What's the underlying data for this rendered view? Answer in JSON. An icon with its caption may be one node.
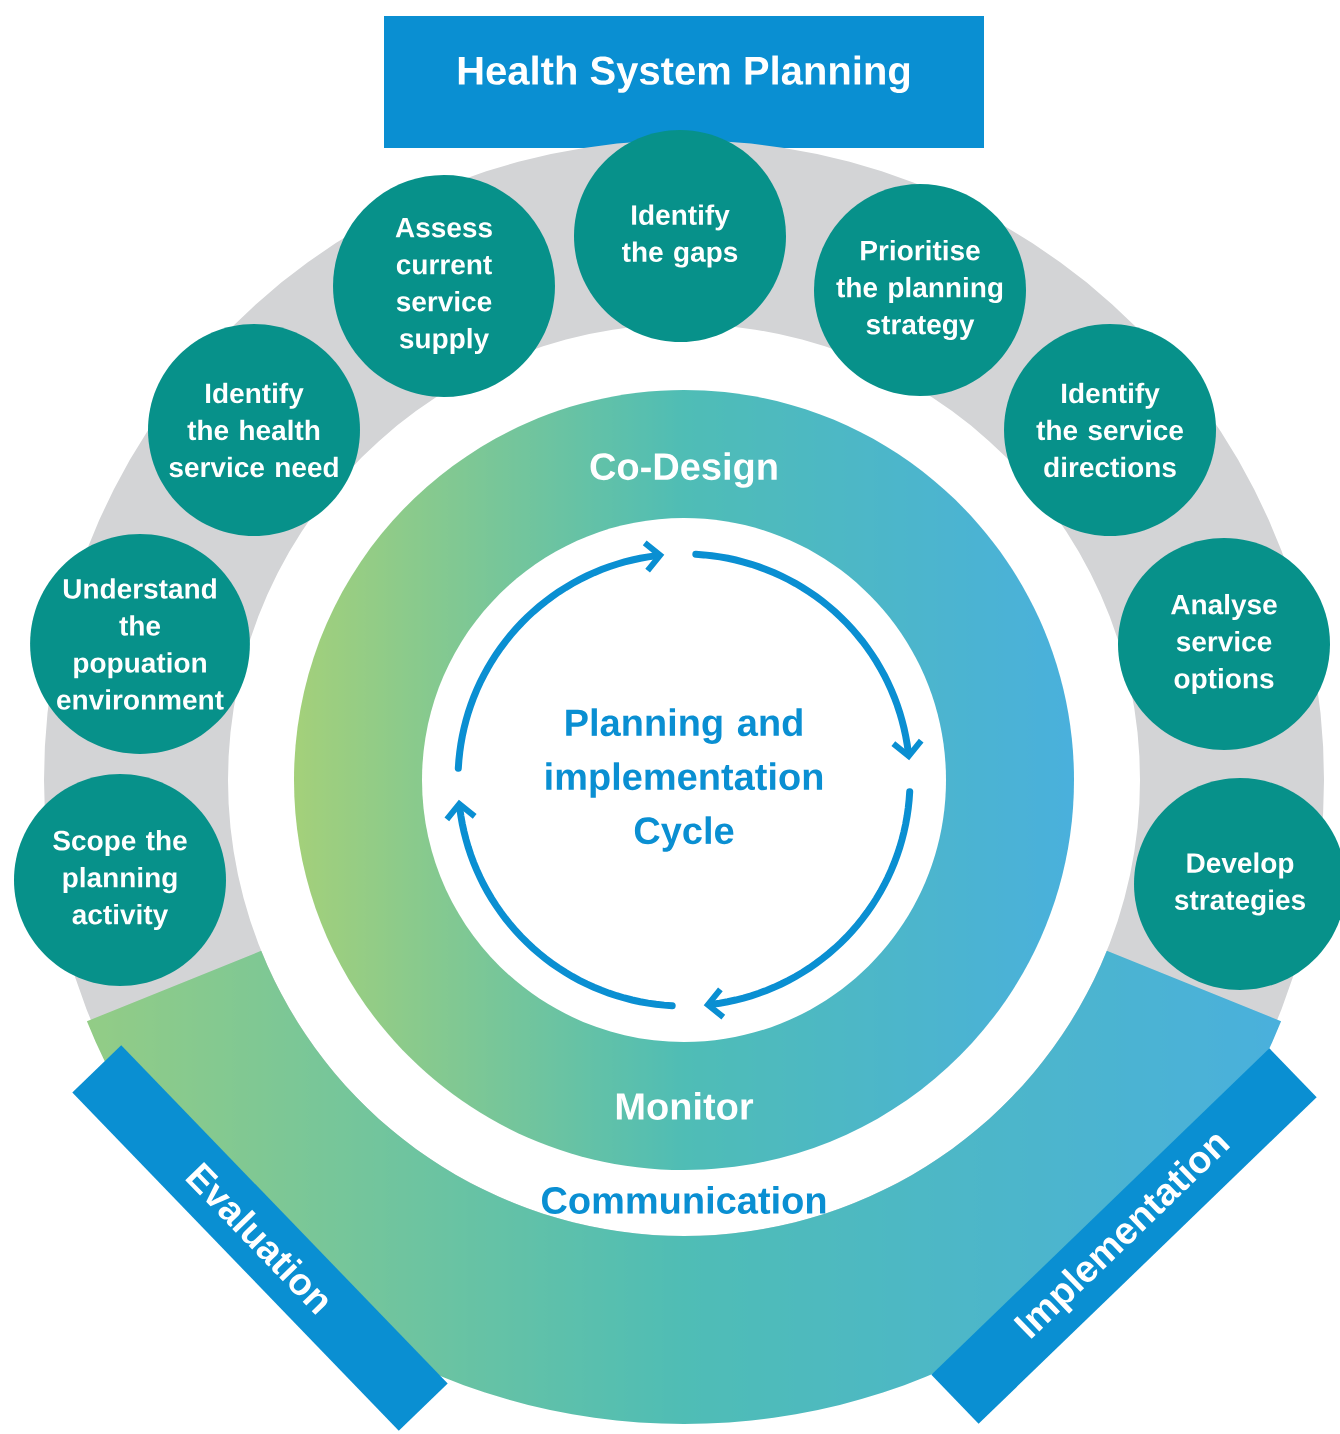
{
  "diagram": {
    "nodes": [
      {
        "text": [
          "Health System Planning"
        ]
      },
      {
        "text": [
          "Scope the planning activity"
        ]
      },
      {
        "text": [
          "Understand the popuation environment"
        ]
      },
      {
        "text": [
          "Identify the health service need"
        ]
      },
      {
        "text": [
          "Assess current service supply"
        ]
      },
      {
        "text": [
          "Identify the gaps"
        ]
      },
      {
        "text": [
          "Prioritise the planning strategy"
        ]
      },
      {
        "text": [
          "Identify the service directions"
        ]
      },
      {
        "text": [
          "Analyse service options"
        ]
      },
      {
        "text": [
          "Develop strategies"
        ]
      },
      {
        "text": [
          "Co-Design",
          "Monitor"
        ]
      },
      {
        "text": [
          "Planning and implementation Cycle"
        ],
        "in": 10
      },
      {
        "text": [
          "Evaluation"
        ]
      },
      {
        "text": [
          "Implementation"
        ]
      }
    ],
    "labels": [
      "Communication"
    ]
  }
}
